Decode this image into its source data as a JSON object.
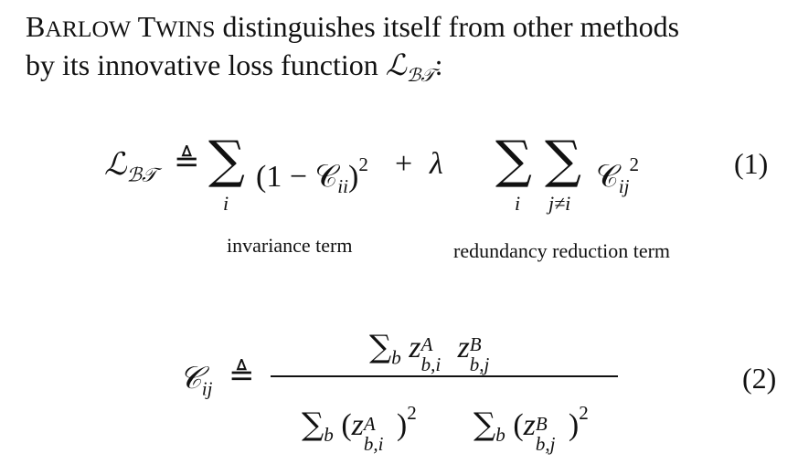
{
  "paragraph": {
    "line1_method_b": "B",
    "line1_method_rest": "ARLOW",
    "line1_method_t": "T",
    "line1_method_rest2": "WINS",
    "line1_text": " distinguishes itself from other methods",
    "line2_text": "by its innovative loss function ",
    "loss_symbol": "ℒ",
    "loss_subscript": "ℬ𝒯",
    "colon": ":"
  },
  "equation1": {
    "lhs": "ℒ",
    "lhs_sub": "ℬ𝒯",
    "defeq": "≜",
    "sum": "∑",
    "sum_index_i": "i",
    "invariance_body": "(1 − 𝒞",
    "invariance_sub": "ii",
    "invariance_close": ")",
    "invariance_power": "2",
    "plus": "+",
    "lambda": "λ",
    "sum_index_j": "j≠i",
    "redundancy_body": "𝒞",
    "redundancy_sub": "ij",
    "redundancy_power": "2",
    "label_invariance": "invariance term",
    "label_redundancy": "redundancy reduction term",
    "number": "(1)"
  },
  "equation2": {
    "lhs": "𝒞",
    "lhs_sub": "ij",
    "defeq": "≜",
    "num_sum": "∑",
    "num_sum_sub": "b",
    "z": "z",
    "sup_A": "A",
    "sup_B": "B",
    "sub_bi": "b,i",
    "sub_bj": "b,j",
    "den_paren_open": "(",
    "den_paren_close": ")",
    "den_power": "2",
    "number": "(2)"
  }
}
